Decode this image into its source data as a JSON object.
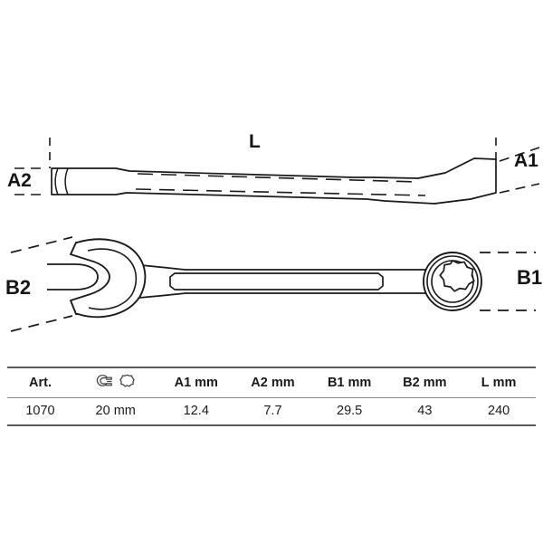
{
  "drawing": {
    "title": "Combination wrench technical dimension drawing",
    "views": [
      {
        "name": "side-elevation-view",
        "description": "Side profile of combination wrench showing thickness"
      },
      {
        "name": "plan-view",
        "description": "Top view showing open-end jaw and 12-point ring end"
      }
    ],
    "dimension_labels": {
      "length": "L",
      "ring_end_thickness": "A1",
      "open_end_thickness": "A2",
      "ring_end_width": "B1",
      "open_end_width": "B2"
    },
    "colors": {
      "line": "#1a1a1a",
      "dashed": "#1a1a1a",
      "background": "#ffffff",
      "table_rule_dark": "#595959",
      "table_rule_light": "#8a8a8a"
    }
  },
  "table": {
    "headers": [
      {
        "key": "art",
        "label": "Art.",
        "unit": ""
      },
      {
        "key": "size",
        "label": "",
        "unit": "",
        "icons": [
          "open-end-wrench-icon",
          "ring-spanner-icon"
        ]
      },
      {
        "key": "a1",
        "label": "A1",
        "unit": "mm"
      },
      {
        "key": "a2",
        "label": "A2",
        "unit": "mm"
      },
      {
        "key": "b1",
        "label": "B1",
        "unit": "mm"
      },
      {
        "key": "b2",
        "label": "B2",
        "unit": "mm"
      },
      {
        "key": "l",
        "label": "L",
        "unit": "mm"
      }
    ],
    "rows": [
      {
        "art": "1070",
        "size": "20 mm",
        "a1": "12.4",
        "a2": "7.7",
        "b1": "29.5",
        "b2": "43",
        "l": "240"
      }
    ]
  },
  "header_cells": {
    "art": "Art.",
    "a1_label": "A1",
    "a1_unit": "mm",
    "a2_label": "A2",
    "a2_unit": "mm",
    "b1_label": "B1",
    "b1_unit": "mm",
    "b2_label": "B2",
    "b2_unit": "mm",
    "l_label": "L",
    "l_unit": "mm"
  },
  "row_values": {
    "art": "1070",
    "size": "20 mm",
    "a1": "12.4",
    "a2": "7.7",
    "b1": "29.5",
    "b2": "43",
    "l": "240"
  }
}
